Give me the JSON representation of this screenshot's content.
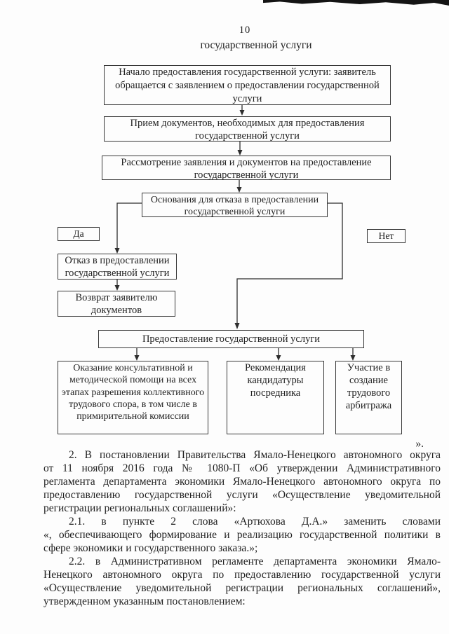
{
  "page": {
    "number": "10",
    "heading_continuation": "государственной услуги",
    "flowchart_closing_quote": "»."
  },
  "flowchart": {
    "start": "Начало предоставления государственной услуги: заявитель обращается с заявлением о предоставлении государственной услуги",
    "priem": "Прием документов, необходимых для предоставления государственной услуги",
    "rassmotrenie": "Рассмотрение заявления и документов на предоставление государственной услуги",
    "osnovaniya": "Основания для отказа в предоставлении государственной услуги",
    "da": "Да",
    "net": "Нет",
    "otkaz": "Отказ в предоставлении государственной услуги",
    "vozvrat": "Возврат заявителю документов",
    "predostavlenie": "Предоставление государственной услуги",
    "okazanie": "Оказание консультативной и методической помощи на всех этапах разрешения коллективного трудового спора, в том числе в примирительной комиссии",
    "rekomendatsiya": "Рекомендация кандидатуры посредника",
    "uchastie": "Участие в создание трудового арбитража"
  },
  "body": {
    "paragraphs": [
      {
        "lines": [
          "2. В постановлении Правительства Ямало-Ненецкого автономного округа",
          "от 11 ноября 2016 года № 1080-П «Об утверждении Административного",
          "регламента департамента экономики Ямало-Ненецкого автономного округа по",
          "предоставлению государственной услуги «Осуществление уведомительной",
          "регистрации региональных соглашений»:"
        ]
      },
      {
        "lines": [
          "2.1. в пункте 2 слова «Артюхова Д.А.» заменить словами",
          "«, обеспечивающего формирование и реализацию государственной политики в",
          "сфере экономики и государственного заказа.»;"
        ]
      },
      {
        "lines": [
          "2.2. в Административном регламенте департамента экономики Ямало-",
          "Ненецкого автономного округа по предоставлению государственной услуги",
          "«Осуществление уведомительной регистрации региональных соглашений»,",
          "утвержденном указанным постановлением:"
        ]
      }
    ]
  }
}
